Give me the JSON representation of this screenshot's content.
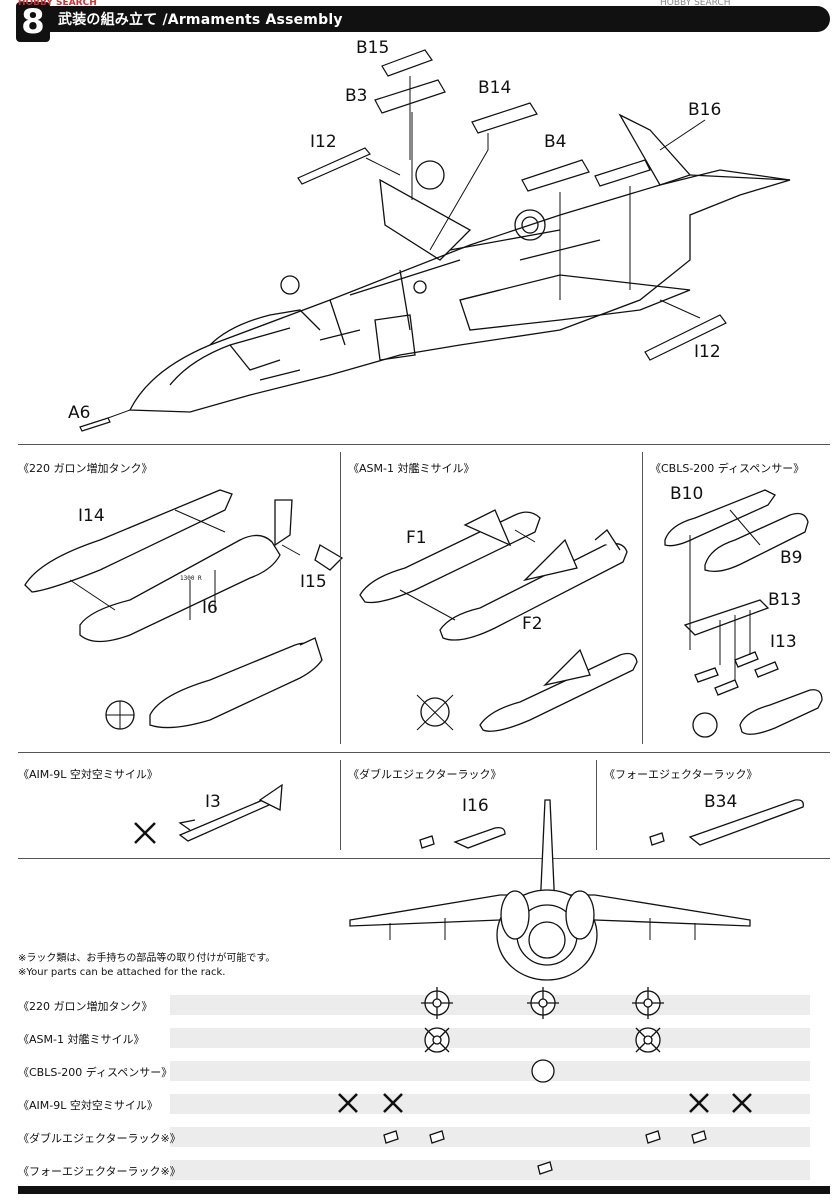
{
  "header": {
    "step": "8",
    "title": "武装の組み立て /Armaments Assembly",
    "watermark_left": "HOBBY SEARCH",
    "watermark_right": "HOBBY SEARCH"
  },
  "main_parts": {
    "b15": "B15",
    "b3": "B3",
    "b14": "B14",
    "b16": "B16",
    "i12_top": "I12",
    "b4": "B4",
    "i12_right": "I12",
    "a6": "A6"
  },
  "sections": {
    "tank": {
      "title": "《220 ガロン増加タンク》",
      "i14": "I14",
      "i15": "I15",
      "i6": "I6",
      "marking": "1300 R"
    },
    "asm": {
      "title": "《ASM-1 対艦ミサイル》",
      "f1": "F1",
      "f2": "F2"
    },
    "cbls": {
      "title": "《CBLS-200 ディスペンサー》",
      "b10": "B10",
      "b9": "B9",
      "b13": "B13",
      "i13": "I13"
    },
    "aim": {
      "title": "《AIM-9L 空対空ミサイル》",
      "i3": "I3"
    },
    "double": {
      "title": "《ダブルエジェクターラック》",
      "i16": "I16"
    },
    "four": {
      "title": "《フォーエジェクターラック》",
      "b34": "B34"
    }
  },
  "notes": {
    "jp": "※ラック類は、お手持ちの部品等の取り付けが可能です。",
    "en": "※Your parts can be attached for the rack."
  },
  "loadout_rows": [
    "《220 ガロン増加タンク》",
    "《ASM-1 対艦ミサイル》",
    "《CBLS-200 ディスペンサー》",
    "《AIM-9L 空対空ミサイル》",
    "《ダブルエジェクターラック※》",
    "《フォーエジェクターラック※》"
  ],
  "icons": {
    "tank_symbol": "circle-cross-icon",
    "missile_symbol": "x-cross-icon",
    "dispenser_symbol": "circle-icon",
    "rack_symbol": "rack-icon"
  }
}
